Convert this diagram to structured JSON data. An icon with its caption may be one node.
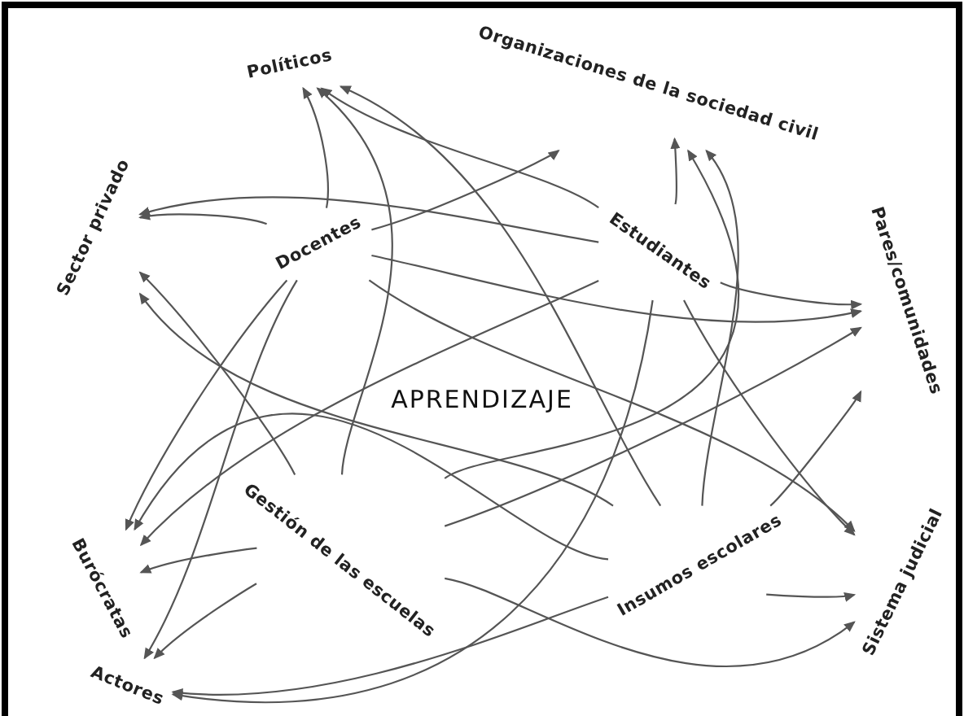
{
  "diagram": {
    "nodes": [
      {
        "text": [
          "Políticos"
        ]
      },
      {
        "text": [
          "Organizaciones de la sociedad civil"
        ]
      },
      {
        "text": [
          "Sector privado"
        ]
      },
      {
        "text": [
          "Docentes"
        ]
      },
      {
        "text": [
          "Estudiantes"
        ]
      },
      {
        "text": [
          "Pares/comunidades"
        ]
      },
      {
        "text": [
          "APRENDIZAJE"
        ]
      },
      {
        "text": [
          "Burócratas"
        ]
      },
      {
        "text": [
          "Gestión de las escuelas"
        ]
      },
      {
        "text": [
          "Insumos escolares"
        ]
      },
      {
        "text": [
          "Sistema judicial"
        ]
      },
      {
        "text": [
          "Actores"
        ]
      }
    ],
    "edges": [
      {
        "from": 3,
        "to": 0,
        "arrow": "to"
      },
      {
        "from": 4,
        "to": 0,
        "arrow": "to"
      },
      {
        "from": 8,
        "to": 0,
        "arrow": "to"
      },
      {
        "from": 9,
        "to": 0,
        "arrow": "to"
      },
      {
        "from": 3,
        "to": 1,
        "arrow": "to"
      },
      {
        "from": 4,
        "to": 1,
        "arrow": "to"
      },
      {
        "from": 8,
        "to": 1,
        "arrow": "to"
      },
      {
        "from": 9,
        "to": 1,
        "arrow": "to"
      },
      {
        "from": 3,
        "to": 2,
        "arrow": "to"
      },
      {
        "from": 4,
        "to": 2,
        "arrow": "to"
      },
      {
        "from": 8,
        "to": 2,
        "arrow": "to"
      },
      {
        "from": 9,
        "to": 2,
        "arrow": "to"
      },
      {
        "from": 3,
        "to": 5,
        "arrow": "to"
      },
      {
        "from": 4,
        "to": 5,
        "arrow": "to"
      },
      {
        "from": 8,
        "to": 5,
        "arrow": "to"
      },
      {
        "from": 9,
        "to": 5,
        "arrow": "to"
      },
      {
        "from": 3,
        "to": 7,
        "arrow": "to"
      },
      {
        "from": 4,
        "to": 7,
        "arrow": "to"
      },
      {
        "from": 8,
        "to": 7,
        "arrow": "to"
      },
      {
        "from": 9,
        "to": 7,
        "arrow": "to"
      },
      {
        "from": 3,
        "to": 10,
        "arrow": "to"
      },
      {
        "from": 4,
        "to": 10,
        "arrow": "to"
      },
      {
        "from": 8,
        "to": 10,
        "arrow": "to"
      },
      {
        "from": 9,
        "to": 10,
        "arrow": "to"
      },
      {
        "from": 3,
        "to": 11,
        "arrow": "to"
      },
      {
        "from": 4,
        "to": 11,
        "arrow": "to"
      },
      {
        "from": 8,
        "to": 11,
        "arrow": "to"
      },
      {
        "from": 9,
        "to": 11,
        "arrow": "to"
      }
    ]
  }
}
